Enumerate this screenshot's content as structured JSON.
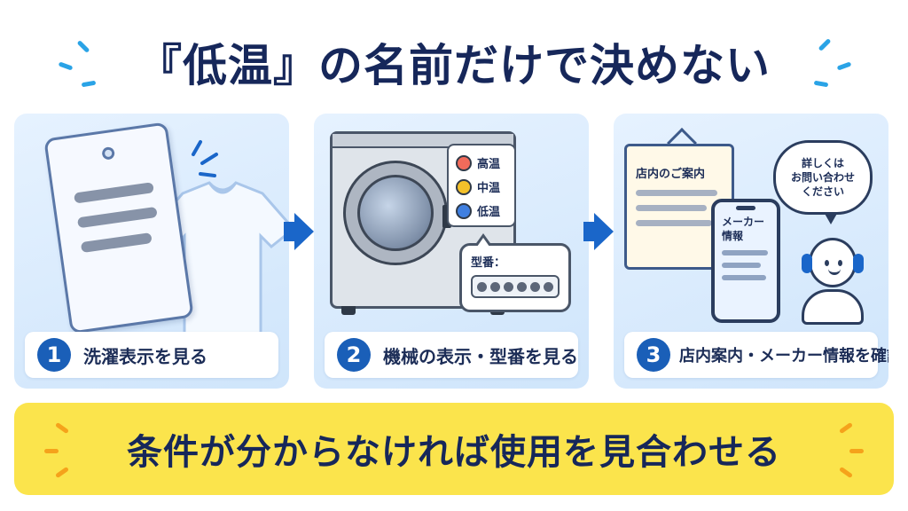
{
  "title": "『低温』の名前だけで決めない",
  "steps": [
    {
      "number": "1",
      "label": "洗濯表示を見る"
    },
    {
      "number": "2",
      "label": "機械の表示・型番を見る"
    },
    {
      "number": "3",
      "label": "店内案内・メーカー情報を確認"
    }
  ],
  "washer": {
    "temps": [
      {
        "label": "高温",
        "color": "#f26b5b"
      },
      {
        "label": "中温",
        "color": "#f4c12a"
      },
      {
        "label": "低温",
        "color": "#3f7fe0"
      }
    ],
    "model_label": "型番："
  },
  "store": {
    "board_title": "店内のご案内",
    "phone_line1": "メーカー",
    "phone_line2": "情報",
    "speech_line1": "詳しくは",
    "speech_line2": "お問い合わせ",
    "speech_line3": "ください"
  },
  "banner": "条件が分からなければ使用を見合わせる",
  "colors": {
    "accent_blue": "#1a66c9",
    "banner_yellow": "#fbe44c",
    "title_navy": "#16275a"
  }
}
